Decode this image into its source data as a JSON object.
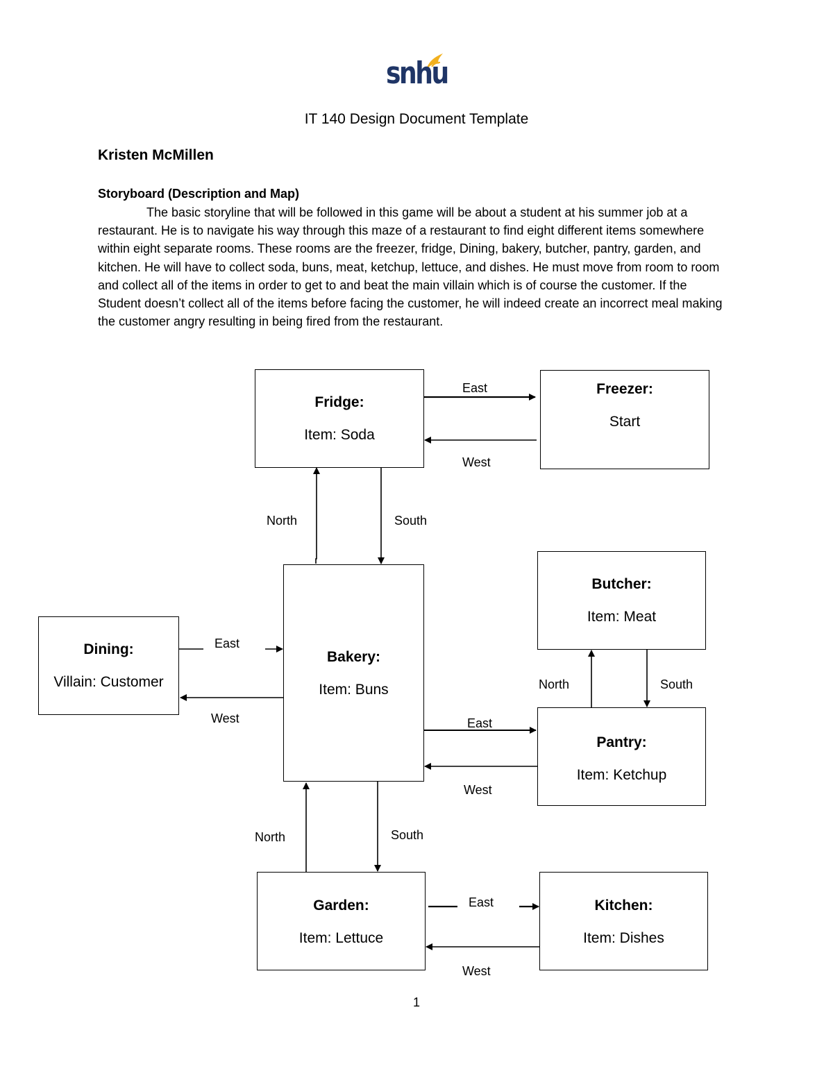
{
  "logo": {
    "text": "snhu",
    "brand_color": "#1f3566",
    "accent_color": "#f2b01e"
  },
  "document": {
    "title": "IT 140 Design Document Template",
    "author": "Kristen McMillen",
    "section_heading": "Storyboard (Description and Map)",
    "description": "The basic storyline that will be followed in this game will be about a student at his summer job at a restaurant. He is to navigate his way through this maze of a restaurant to find eight different items somewhere within eight separate rooms. These rooms are the freezer, fridge, Dining, bakery, butcher, pantry, garden, and kitchen. He will have to collect soda, buns, meat, ketchup, lettuce, and dishes. He must move from room to room and collect all of the items in order to get to and beat the main villain which is of course the customer. If the Student doesn’t collect all of the items before facing the customer, he will indeed create an incorrect meal making the customer angry resulting in being fired from the restaurant.",
    "page_number": "1"
  },
  "map": {
    "rooms": {
      "fridge": {
        "name": "Fridge:",
        "item": "Item: Soda"
      },
      "freezer": {
        "name": "Freezer:",
        "item": "Start"
      },
      "bakery": {
        "name": "Bakery:",
        "item": "Item: Buns"
      },
      "dining": {
        "name": "Dining:",
        "item": "Villain: Customer"
      },
      "butcher": {
        "name": "Butcher:",
        "item": "Item: Meat"
      },
      "pantry": {
        "name": "Pantry:",
        "item": "Item: Ketchup"
      },
      "garden": {
        "name": "Garden:",
        "item": "Item: Lettuce"
      },
      "kitchen": {
        "name": "Kitchen:",
        "item": "Item: Dishes"
      }
    },
    "labels": {
      "fridge_freezer_east": "East",
      "freezer_fridge_west": "West",
      "bakery_fridge_north": "North",
      "fridge_bakery_south": "South",
      "dining_bakery_east": "East",
      "bakery_dining_west": "West",
      "pantry_butcher_north": "North",
      "butcher_pantry_south": "South",
      "bakery_pantry_east": "East",
      "pantry_bakery_west": "West",
      "garden_bakery_north": "North",
      "bakery_garden_south": "South",
      "garden_kitchen_east": "East",
      "kitchen_garden_west": "West"
    }
  }
}
